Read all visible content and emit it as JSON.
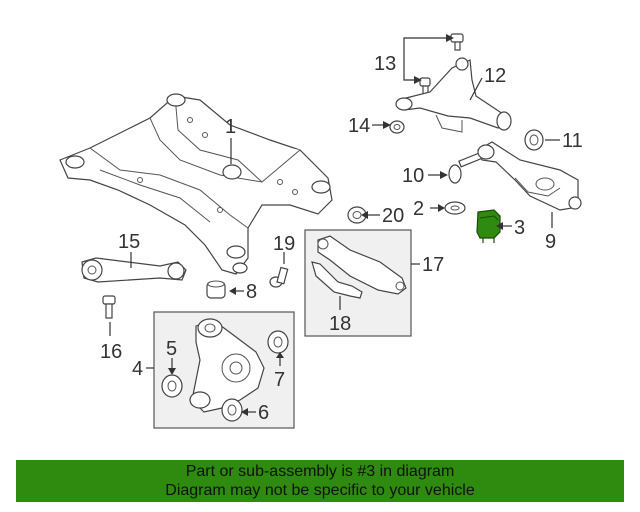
{
  "diagram": {
    "callouts": {
      "c1": "1",
      "c2": "2",
      "c3": "3",
      "c4": "4",
      "c5": "5",
      "c6": "6",
      "c7": "7",
      "c8": "8",
      "c9": "9",
      "c10": "10",
      "c11": "11",
      "c12": "12",
      "c13": "13",
      "c14": "14",
      "c15": "15",
      "c16": "16",
      "c17": "17",
      "c18": "18",
      "c19": "19",
      "c20": "20"
    },
    "colors": {
      "highlight_part": "#2e8b10",
      "line": "#333333",
      "inset_box_fill": "#f0f0f0"
    }
  },
  "banner": {
    "line1": "Part or sub-assembly is #3 in diagram",
    "line2": "Diagram may not be specific to your vehicle",
    "background": "#2e8b10"
  }
}
